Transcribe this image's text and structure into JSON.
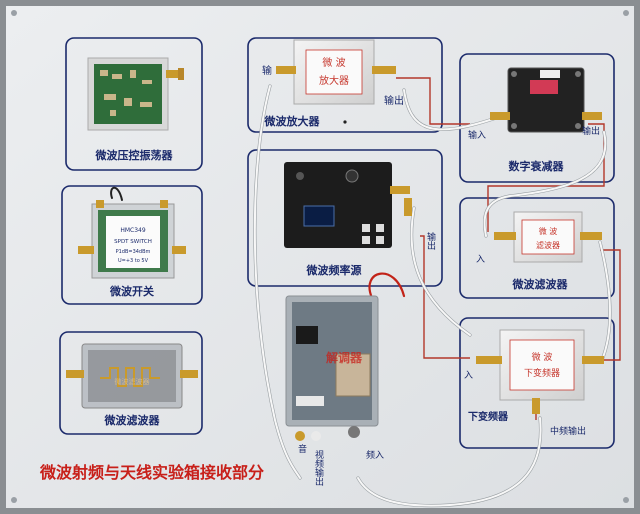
{
  "colors": {
    "panel": "#e6e8ea",
    "frame": "#8a8e92",
    "box_border": "#1b2a6b",
    "label_text": "#1b2a6b",
    "title_text": "#c8201a",
    "wire_red": "#b3372a",
    "cable_white": "#f2f2f2",
    "connector_gold": "#c99a2c",
    "pcb_black": "#1c1c1c",
    "pcb_green": "#2f6d3a"
  },
  "panel_title": "微波射频与天线实验箱接收部分",
  "modules": {
    "vco": {
      "label": "微波压控振荡器"
    },
    "switch": {
      "label": "微波开关",
      "chip_lines": [
        "HMC349",
        "SPDT SWITCH",
        "P1dB=34dBm",
        "U=+3 to 5V"
      ]
    },
    "bpf_left": {
      "label": "微波滤波器",
      "pcb_text": "微波滤波器"
    },
    "amplifier": {
      "label": "微波放大器",
      "cover_lines": [
        "微 波",
        "放大器"
      ],
      "port_in": "输",
      "port_out": "输出"
    },
    "synth": {
      "label": "微波频率源",
      "port_out": "输出"
    },
    "demod": {
      "label": "解调器",
      "port_video": "视频输出",
      "port_audio": "音",
      "port_in": "频入"
    },
    "attenuator": {
      "label": "数字衰减器",
      "port_in": "输入",
      "port_out": "输出"
    },
    "bpf_right": {
      "label": "微波滤波器",
      "cover_lines": [
        "微 波",
        "滤波器"
      ],
      "port_in": "入"
    },
    "downconv": {
      "label": "下变频器",
      "cover_lines": [
        "微 波",
        "下变频器"
      ],
      "port_in": "入",
      "port_if": "中频输出"
    }
  }
}
